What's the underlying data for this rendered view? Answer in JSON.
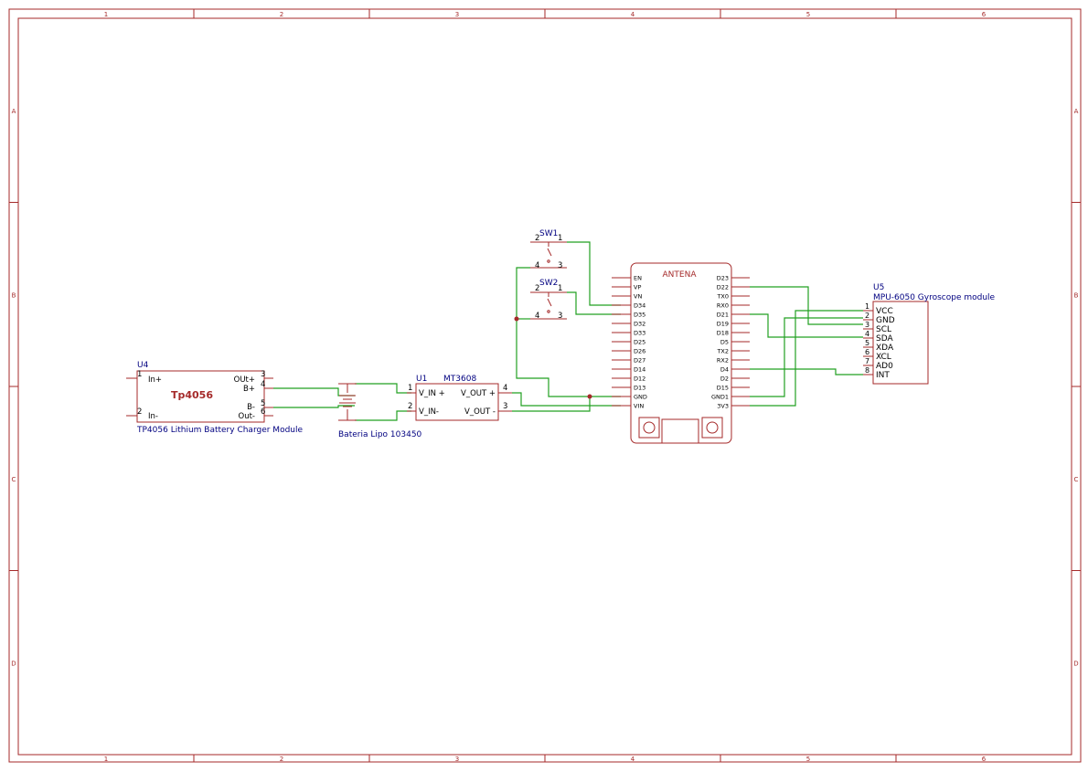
{
  "frame": {
    "col_labels": [
      "1",
      "2",
      "3",
      "4",
      "5",
      "6"
    ],
    "row_labels": [
      "A",
      "B",
      "C",
      "D"
    ]
  },
  "colors": {
    "frame": "#a52a2a",
    "part": "#a52a2a",
    "wire": "#22a022",
    "ref_text": "#000080",
    "pin_text": "#000000"
  },
  "components": {
    "u4": {
      "ref": "U4",
      "value": "Tp4056",
      "description": "TP4056 Lithium Battery Charger Module",
      "pins": {
        "in_plus": {
          "name": "In+",
          "num": "1"
        },
        "in_minus": {
          "name": "In-",
          "num": "2"
        },
        "out_plus": {
          "name": "OUt+",
          "num": "3"
        },
        "b_plus": {
          "name": "B+",
          "num": "4"
        },
        "b_minus": {
          "name": "B-",
          "num": "5"
        },
        "out_minus": {
          "name": "Out-",
          "num": "6"
        }
      }
    },
    "battery": {
      "label": "Bateria Lipo 103450"
    },
    "u1": {
      "ref": "U1",
      "value": "MT3608",
      "pins": {
        "vin_plus": {
          "name": "V_IN +",
          "num": "1"
        },
        "vin_minus": {
          "name": "V_IN-",
          "num": "2"
        },
        "vout_plus": {
          "name": "V_OUT +",
          "num": "4"
        },
        "vout_minus": {
          "name": "V_OUT -",
          "num": "3"
        }
      }
    },
    "sw1": {
      "ref": "SW1",
      "pins": [
        "2",
        "1",
        "4",
        "3"
      ]
    },
    "sw2": {
      "ref": "SW2",
      "pins": [
        "2",
        "1",
        "4",
        "3"
      ]
    },
    "esp32": {
      "antenna_label": "ANTENA",
      "left_pins": [
        "EN",
        "VP",
        "VN",
        "D34",
        "D35",
        "D32",
        "D33",
        "D25",
        "D26",
        "D27",
        "D14",
        "D12",
        "D13",
        "GND",
        "VIN"
      ],
      "right_pins": [
        "D23",
        "D22",
        "TX0",
        "RX0",
        "D21",
        "D19",
        "D18",
        "D5",
        "TX2",
        "RX2",
        "D4",
        "D2",
        "D15",
        "GND1",
        "3V3"
      ]
    },
    "u5": {
      "ref": "U5",
      "description": "MPU-6050 Gyroscope module",
      "pins": [
        {
          "name": "VCC",
          "num": "1"
        },
        {
          "name": "GND",
          "num": "2"
        },
        {
          "name": "SCL",
          "num": "3"
        },
        {
          "name": "SDA",
          "num": "4"
        },
        {
          "name": "XDA",
          "num": "5"
        },
        {
          "name": "XCL",
          "num": "6"
        },
        {
          "name": "AD0",
          "num": "7"
        },
        {
          "name": "INT",
          "num": "8"
        }
      ]
    }
  }
}
